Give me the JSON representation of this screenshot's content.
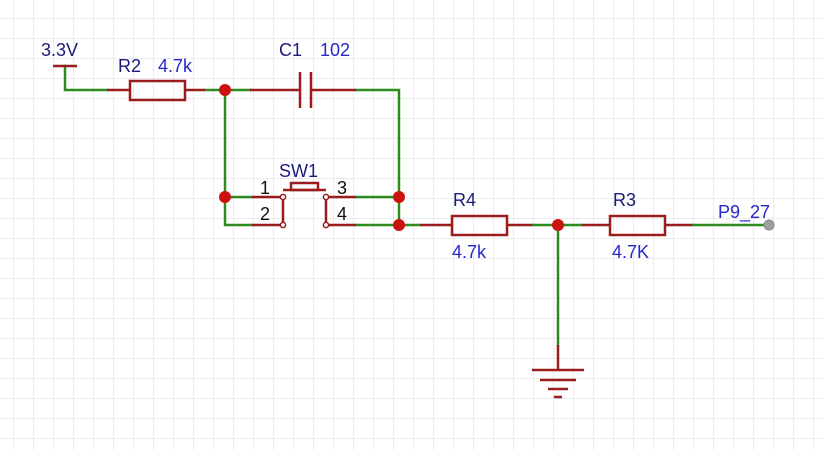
{
  "colors": {
    "wire": "#2e8b1e",
    "component": "#9b1c1c",
    "junction": "#cc1111",
    "label_text": "#2626cc",
    "designator_text": "#1a1a7a",
    "port_dot": "#a0a0a0"
  },
  "power": {
    "label": "3.3V"
  },
  "components": {
    "r2": {
      "designator": "R2",
      "value": "4.7k"
    },
    "c1": {
      "designator": "C1",
      "value": "102"
    },
    "sw1": {
      "designator": "SW1",
      "pins": [
        "1",
        "2",
        "3",
        "4"
      ]
    },
    "r4": {
      "designator": "R4",
      "value": "4.7k"
    },
    "r3": {
      "designator": "R3",
      "value": "4.7K"
    }
  },
  "port": {
    "label": "P9_27"
  },
  "ground": {
    "symbol": "ground-icon"
  }
}
